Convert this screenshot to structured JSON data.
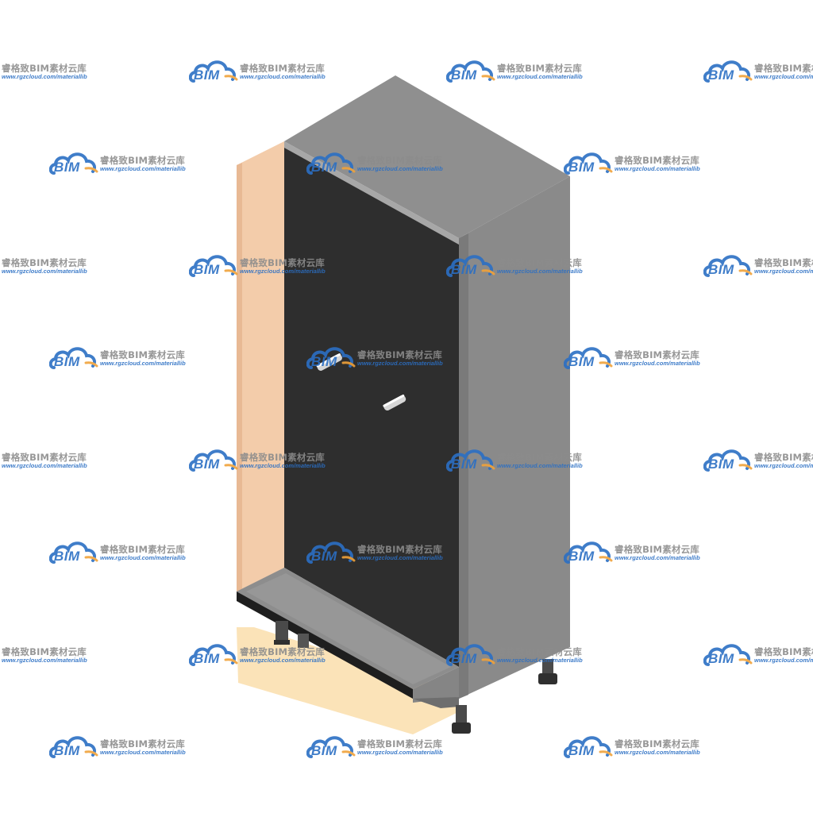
{
  "watermark": {
    "badge": "BIM",
    "brand": "睿格致BIM素材云库",
    "url": "www.rgzcloud.com/materiallib",
    "icon": "cloud-icon",
    "colors": {
      "badge_blue": "#2b6fc4",
      "accent_orange": "#f0a23a",
      "brand_gray": "#8c8c8c"
    }
  },
  "cabinet": {
    "icons": {
      "handle_upper": "door-handle-icon",
      "handle_lower": "door-handle-icon"
    },
    "colors": {
      "top": "#8f8f8f",
      "door": "#2e2e2e",
      "side": "#8a8a8a",
      "back_panel": "#f3ccaa",
      "floor_glow": "#fbe3b8",
      "tray": "#8d8d8d",
      "tray_edge": "#1e1e1e",
      "legs": "#4a4a4a"
    }
  }
}
